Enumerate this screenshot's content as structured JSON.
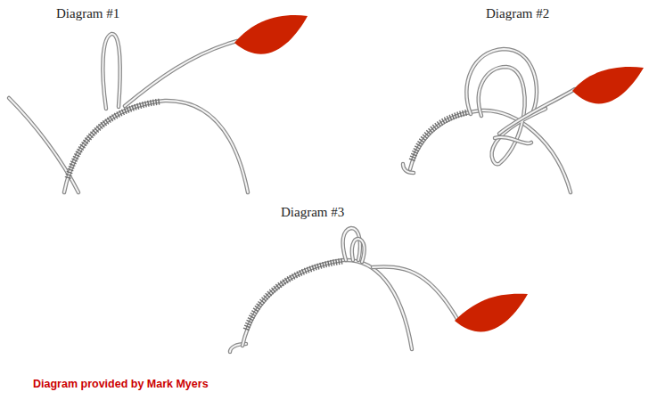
{
  "diagram": {
    "caption": "Diagram provided by Mark Myers",
    "labels": [
      "Diagram #1",
      "Diagram #2",
      "Diagram #3"
    ]
  }
}
